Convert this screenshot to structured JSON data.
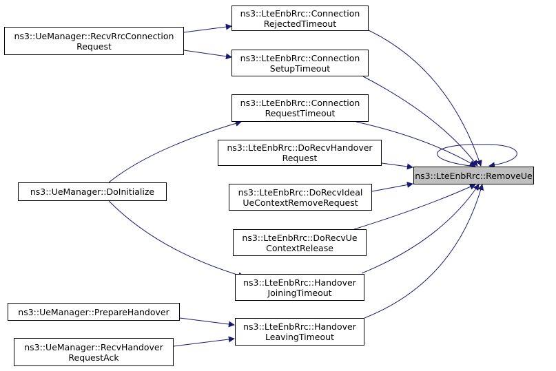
{
  "colors": {
    "edge": "#191970",
    "node_border": "#000000",
    "focus_fill": "#bfbfbf"
  },
  "nodes": {
    "remove_ue": {
      "lines": [
        "ns3::LteEnbRrc::RemoveUe"
      ]
    },
    "conn_rejected": {
      "lines": [
        "ns3::LteEnbRrc::Connection",
        "RejectedTimeout"
      ]
    },
    "conn_setup": {
      "lines": [
        "ns3::LteEnbRrc::Connection",
        "SetupTimeout"
      ]
    },
    "conn_request": {
      "lines": [
        "ns3::LteEnbRrc::Connection",
        "RequestTimeout"
      ]
    },
    "do_recv_handover": {
      "lines": [
        "ns3::LteEnbRrc::DoRecvHandover",
        "Request"
      ]
    },
    "do_recv_ideal": {
      "lines": [
        "ns3::LteEnbRrc::DoRecvIdeal",
        "UeContextRemoveRequest"
      ]
    },
    "do_recv_ue": {
      "lines": [
        "ns3::LteEnbRrc::DoRecvUe",
        "ContextRelease"
      ]
    },
    "handover_joining": {
      "lines": [
        "ns3::LteEnbRrc::Handover",
        "JoiningTimeout"
      ]
    },
    "handover_leaving": {
      "lines": [
        "ns3::LteEnbRrc::Handover",
        "LeavingTimeout"
      ]
    },
    "recv_rrc_conn_req": {
      "lines": [
        "ns3::UeManager::RecvRrcConnection",
        "Request"
      ]
    },
    "do_initialize": {
      "lines": [
        "ns3::UeManager::DoInitialize"
      ]
    },
    "prepare_handover": {
      "lines": [
        "ns3::UeManager::PrepareHandover"
      ]
    },
    "recv_handover_ack": {
      "lines": [
        "ns3::UeManager::RecvHandover",
        "RequestAck"
      ]
    }
  },
  "edges": [
    {
      "from": "recv_rrc_conn_req",
      "to": "conn_rejected"
    },
    {
      "from": "recv_rrc_conn_req",
      "to": "conn_setup"
    },
    {
      "from": "do_initialize",
      "to": "conn_request"
    },
    {
      "from": "do_initialize",
      "to": "handover_joining"
    },
    {
      "from": "prepare_handover",
      "to": "handover_leaving"
    },
    {
      "from": "recv_handover_ack",
      "to": "handover_leaving"
    },
    {
      "from": "conn_rejected",
      "to": "remove_ue"
    },
    {
      "from": "conn_setup",
      "to": "remove_ue"
    },
    {
      "from": "conn_request",
      "to": "remove_ue"
    },
    {
      "from": "do_recv_handover",
      "to": "remove_ue"
    },
    {
      "from": "do_recv_ideal",
      "to": "remove_ue"
    },
    {
      "from": "do_recv_ue",
      "to": "remove_ue"
    },
    {
      "from": "handover_joining",
      "to": "remove_ue"
    },
    {
      "from": "handover_leaving",
      "to": "remove_ue"
    },
    {
      "from": "remove_ue",
      "to": "remove_ue"
    }
  ]
}
